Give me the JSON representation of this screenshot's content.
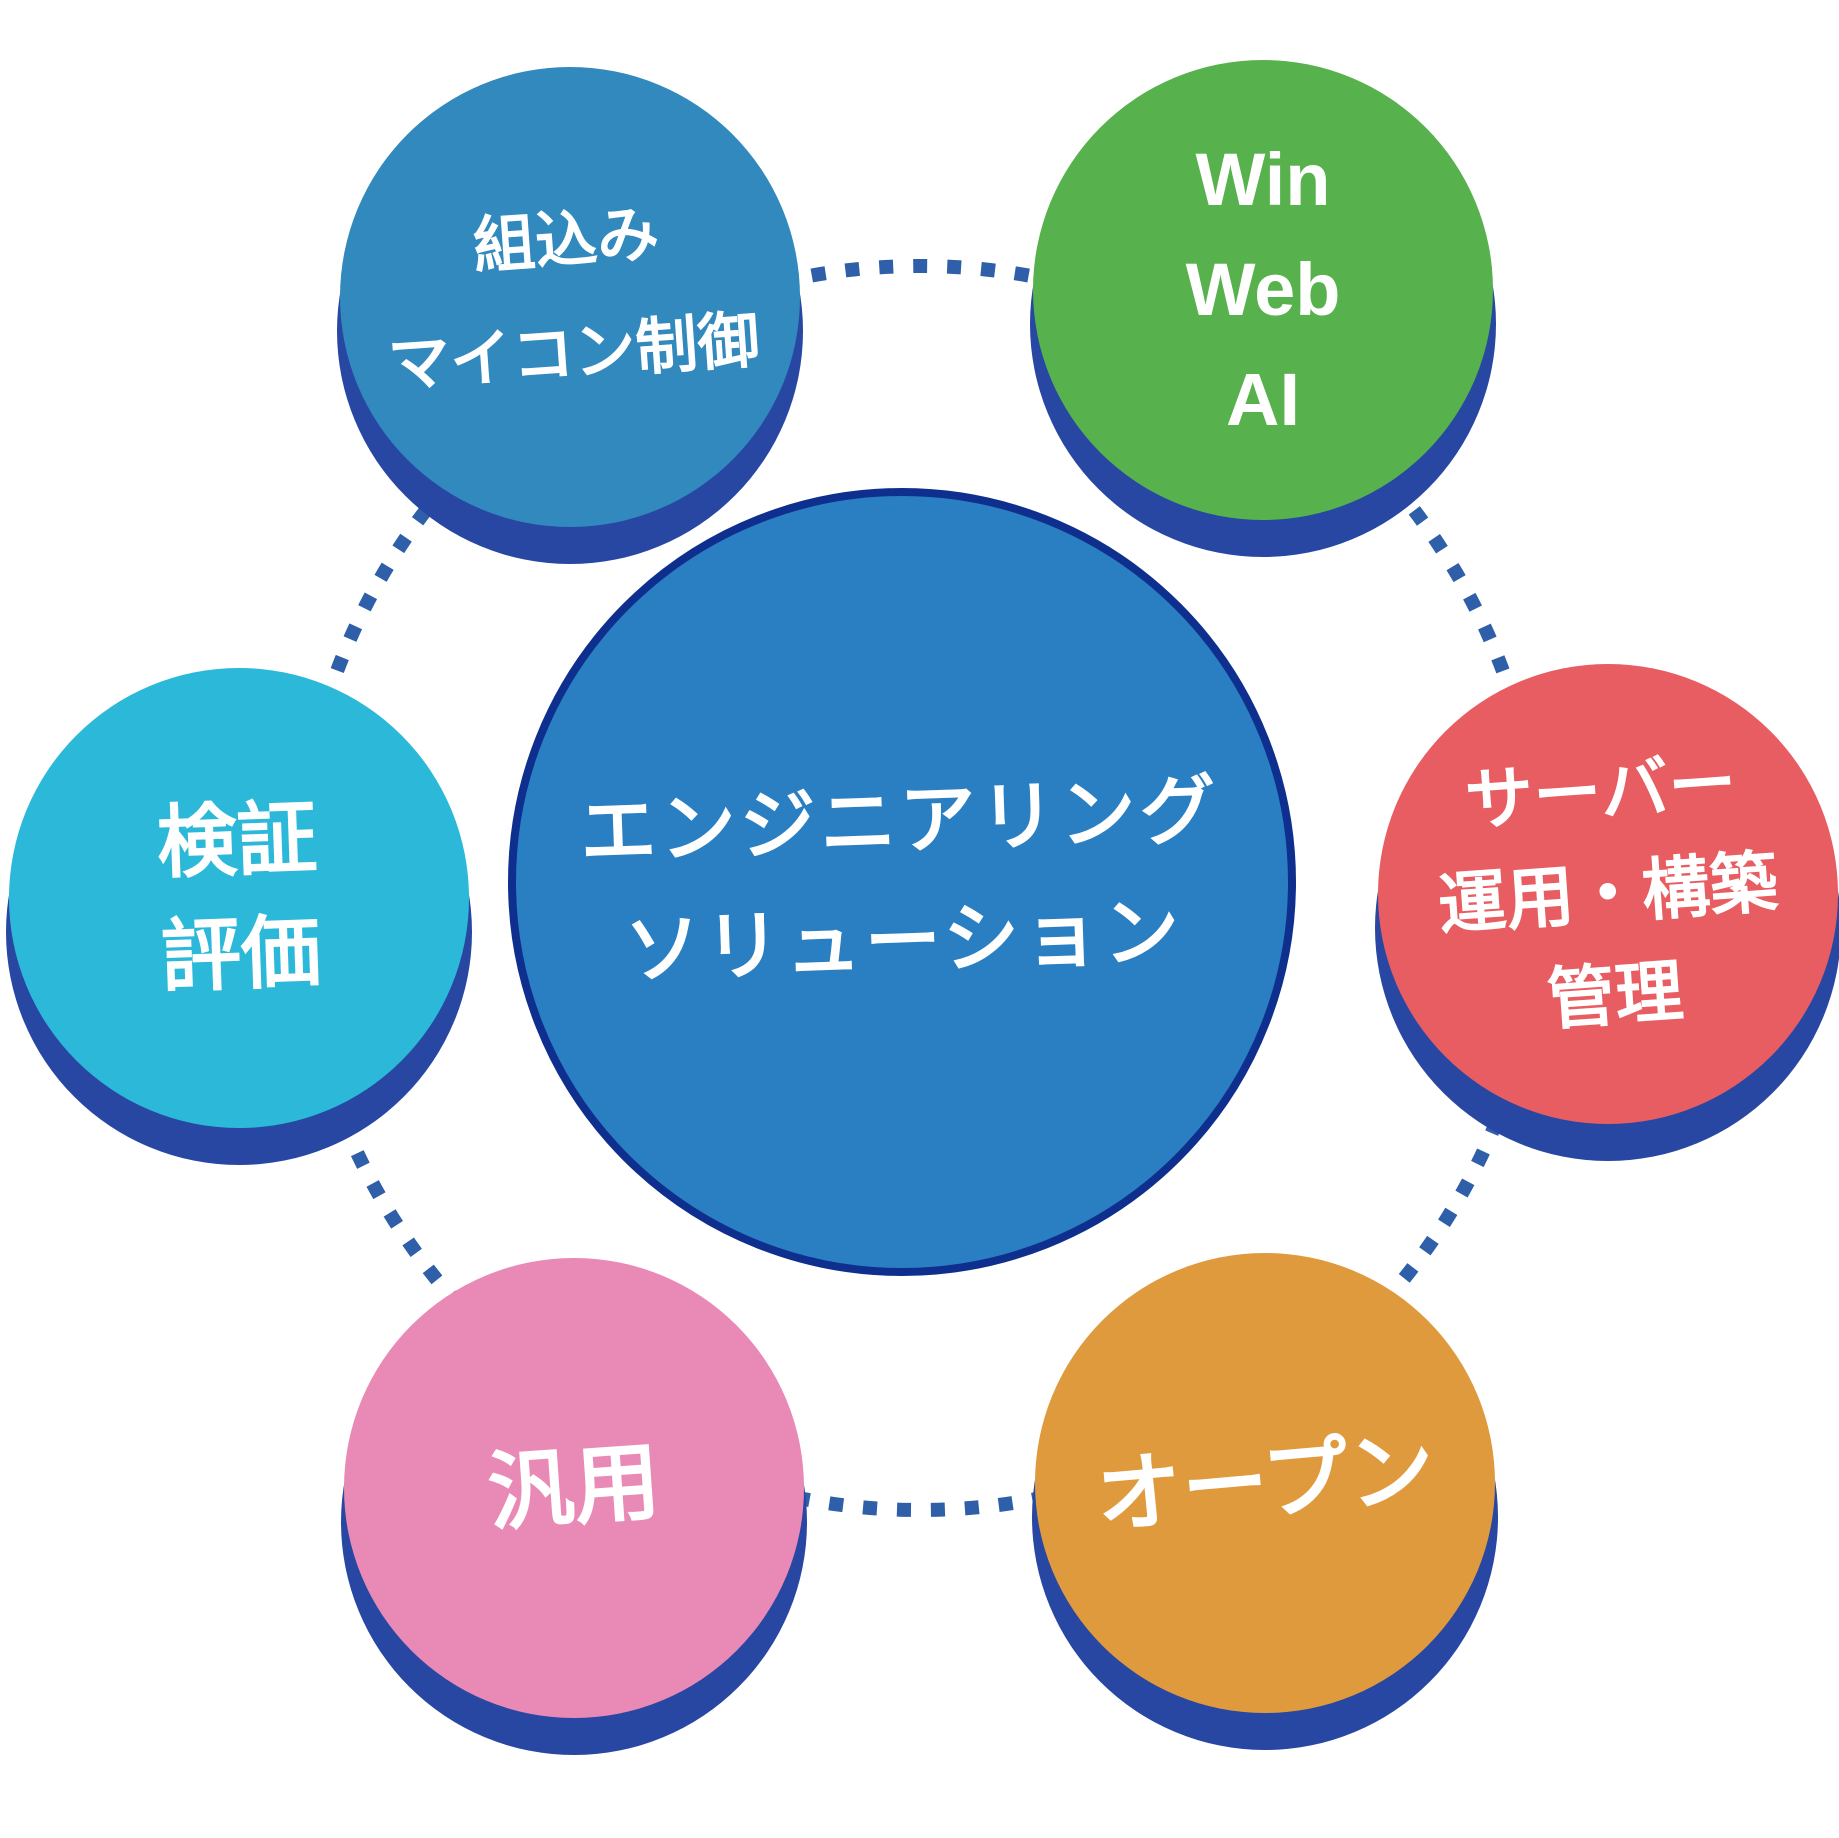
{
  "diagram": {
    "title_circle": {
      "line1": "エンジニアリング",
      "line2": "ソリューション",
      "fill_color": "#2A7FC3",
      "border_color": "#0F2F8E"
    },
    "satellites": [
      {
        "id": "embedded-microcontroller",
        "line1": "組込み",
        "line2": "マイコン制御",
        "line3": "",
        "color": "#3189BE"
      },
      {
        "id": "win-web-ai",
        "line1": "Win",
        "line2": "Web",
        "line3": "AI",
        "color": "#57B14C"
      },
      {
        "id": "server-operation",
        "line1": "サーバー",
        "line2": "運用・構築",
        "line3": "管理",
        "color": "#E85D61"
      },
      {
        "id": "open",
        "line1": "オープン",
        "line2": "",
        "line3": "",
        "color": "#E09A3E"
      },
      {
        "id": "general-purpose",
        "line1": "汎用",
        "line2": "",
        "line3": "",
        "color": "#E989B5"
      },
      {
        "id": "verification-evaluation",
        "line1": "検証",
        "line2": "評価",
        "line3": "",
        "color": "#2CB9D9"
      }
    ],
    "colors": {
      "background": "#FFFFFF",
      "shadow": "#2747A3",
      "dotted_ring": "#2E5FA8",
      "text": "#FFFFFF"
    }
  }
}
